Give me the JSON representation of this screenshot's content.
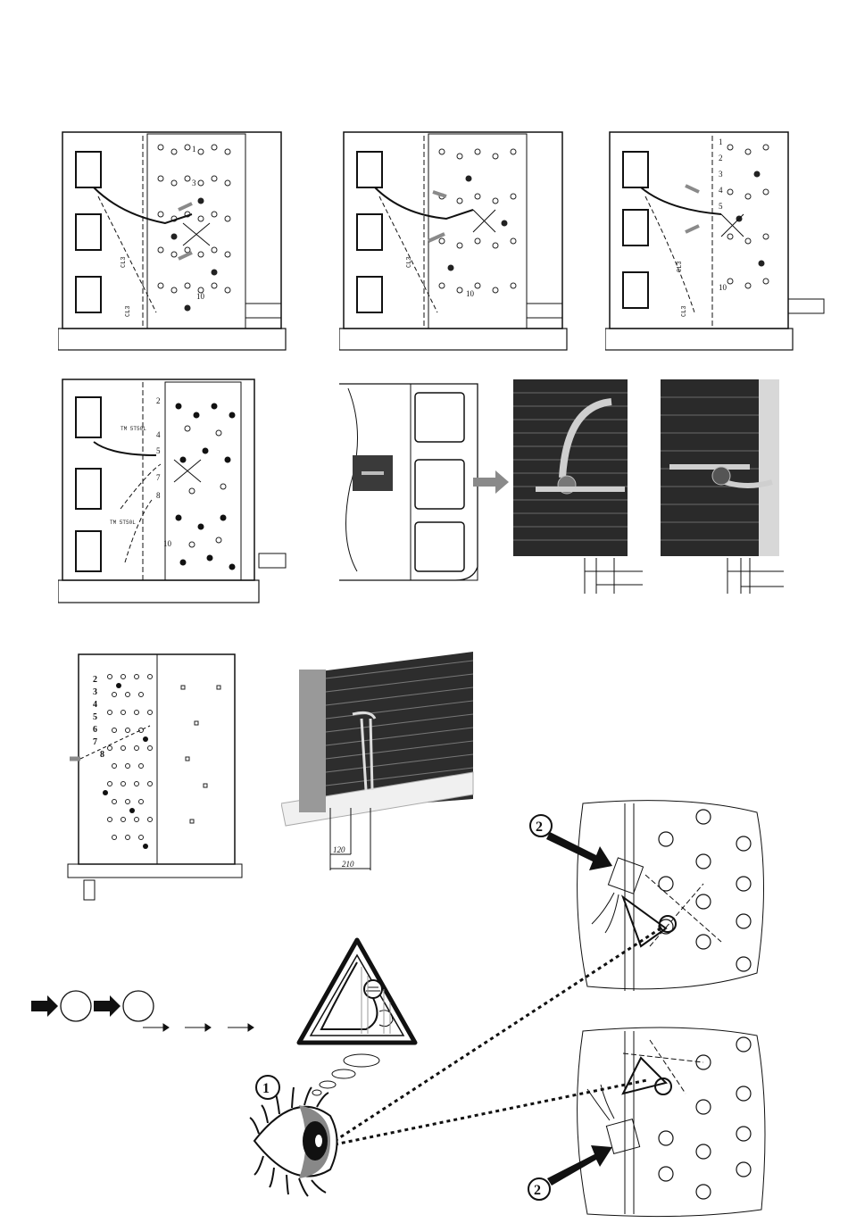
{
  "panels": {
    "p1": {
      "numbers": [
        "1",
        "3",
        "10"
      ],
      "side_labels": [
        "CL3",
        "CL3"
      ]
    },
    "p2": {
      "numbers": [
        "10"
      ],
      "side_labels": [
        "CL3"
      ]
    },
    "p3": {
      "numbers": [
        "1",
        "2",
        "3",
        "4",
        "5",
        "10"
      ],
      "side_labels": [
        "CL3",
        "CL3"
      ]
    },
    "p4": {
      "numbers": [
        "2",
        "4",
        "5",
        "7",
        "8",
        "10"
      ],
      "side_labels": [
        "TM 5T50L",
        "TM 5T50L"
      ]
    },
    "p7": {
      "numbers": [
        "2",
        "3",
        "4",
        "5",
        "6",
        "7",
        "8"
      ]
    },
    "p8": {
      "dimensions": [
        "120",
        "210"
      ]
    }
  },
  "callouts": {
    "eye": "1",
    "arrow_top": "2",
    "arrow_bottom": "2"
  },
  "colors": {
    "line": "#111111",
    "grey": "#9a9a9a",
    "photo_dark": "#2a2a2a"
  },
  "icons": [
    "warning-triangle-icon",
    "eye-icon",
    "thick-arrow-icon",
    "thin-arrow-icon"
  ]
}
